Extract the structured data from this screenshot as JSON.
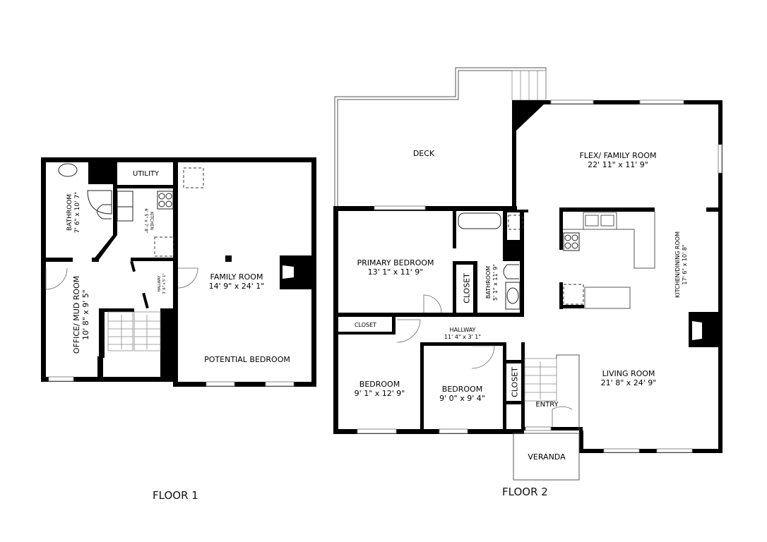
{
  "floors": [
    {
      "label": "FLOOR 1",
      "rooms": [
        {
          "name": "UTILITY",
          "dims": ""
        },
        {
          "name": "BATHROOM",
          "dims": "7' 6\" x 10' 7\""
        },
        {
          "name": "KITCHEN",
          "dims": "6' 5\" x 7' 8\""
        },
        {
          "name": "HALLWAY",
          "dims": "3' 6\" x 5' 1\""
        },
        {
          "name": "OFFICE/ MUD ROOM",
          "dims": "10' 8\" x 9' 5\""
        },
        {
          "name": "FAMILY ROOM",
          "dims": "14' 9\" x 24' 1\""
        },
        {
          "name": "POTENTIAL BEDROOM",
          "dims": ""
        }
      ]
    },
    {
      "label": "FLOOR 2",
      "rooms": [
        {
          "name": "DECK",
          "dims": ""
        },
        {
          "name": "FLEX/ FAMILY ROOM",
          "dims": "22' 11\" x 11' 9\""
        },
        {
          "name": "PRIMARY BEDROOM",
          "dims": "13' 1\" x 11' 9\""
        },
        {
          "name": "CLOSET",
          "dims": ""
        },
        {
          "name": "BATHROOM",
          "dims": "5' 1\" x 11' 9\""
        },
        {
          "name": "KITCHEN/DINING ROOM",
          "dims": "17' 6\" x 10' 8\""
        },
        {
          "name": "CLOSET",
          "dims": ""
        },
        {
          "name": "HALLWAY",
          "dims": "11' 4\" x 3' 1\""
        },
        {
          "name": "BEDROOM",
          "dims": "9' 1\" x 12' 9\""
        },
        {
          "name": "BEDROOM",
          "dims": "9' 0\" x 9' 4\""
        },
        {
          "name": "CLOSET",
          "dims": ""
        },
        {
          "name": "ENTRY",
          "dims": ""
        },
        {
          "name": "LIVING ROOM",
          "dims": "21' 8\" x 24' 9\""
        },
        {
          "name": "VERANDA",
          "dims": ""
        }
      ]
    }
  ],
  "colors": {
    "wall": "#000000",
    "background": "#ffffff",
    "text": "#111111"
  }
}
